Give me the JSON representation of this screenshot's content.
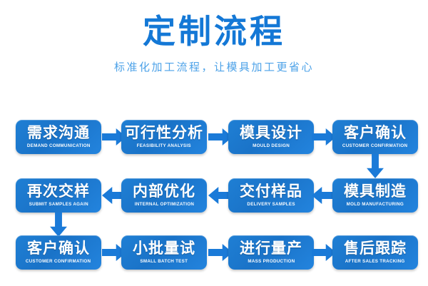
{
  "header": {
    "title": "定制流程",
    "subtitle": "标准化加工流程，让模具加工更省心",
    "title_color": "#1478d6",
    "subtitle_color": "#4da2e8"
  },
  "theme": {
    "box_blue": "#1a73c8",
    "box_blue_light": "#2384de",
    "arrow_blue": "#1a7ad8",
    "text_white": "#ffffff",
    "background": "#ffffff"
  },
  "flow": {
    "rows": [
      {
        "direction": "left-to-right",
        "steps": [
          {
            "cn": "需求沟通",
            "en": "DEMAND COMMUNICATION"
          },
          {
            "cn": "可行性分析",
            "en": "FEASIBILITY ANALYSIS"
          },
          {
            "cn": "模具设计",
            "en": "MOULD DESIGN"
          },
          {
            "cn": "客户确认",
            "en": "CUSTOMER CONFIRMATION"
          }
        ]
      },
      {
        "direction": "right-to-left",
        "steps": [
          {
            "cn": "再次交样",
            "en": "SUBMIT SAMPLES AGAIN"
          },
          {
            "cn": "内部优化",
            "en": "INTERNAL OPTIMIZATION"
          },
          {
            "cn": "交付样品",
            "en": "DELIVERY SAMPLES"
          },
          {
            "cn": "模具制造",
            "en": "MOLD MANUFACTURING"
          }
        ]
      },
      {
        "direction": "left-to-right",
        "steps": [
          {
            "cn": "客户确认",
            "en": "CUSTOMER CONFIRMATION"
          },
          {
            "cn": "小批量试",
            "en": "SMALL BATCH TEST"
          },
          {
            "cn": "进行量产",
            "en": "MASS PRODUCTION"
          },
          {
            "cn": "售后跟踪",
            "en": "AFTER SALES TRACKING"
          }
        ]
      }
    ],
    "connectors": {
      "row1_arrows": [
        "arrow-right",
        "arrow-right",
        "arrow-right"
      ],
      "row2_arrows": [
        "arrow-left",
        "arrow-left",
        "arrow-left"
      ],
      "row3_arrows": [
        "arrow-right",
        "arrow-right",
        "arrow-right"
      ],
      "vertical_right": "arrow-down",
      "vertical_left": "arrow-down"
    }
  }
}
